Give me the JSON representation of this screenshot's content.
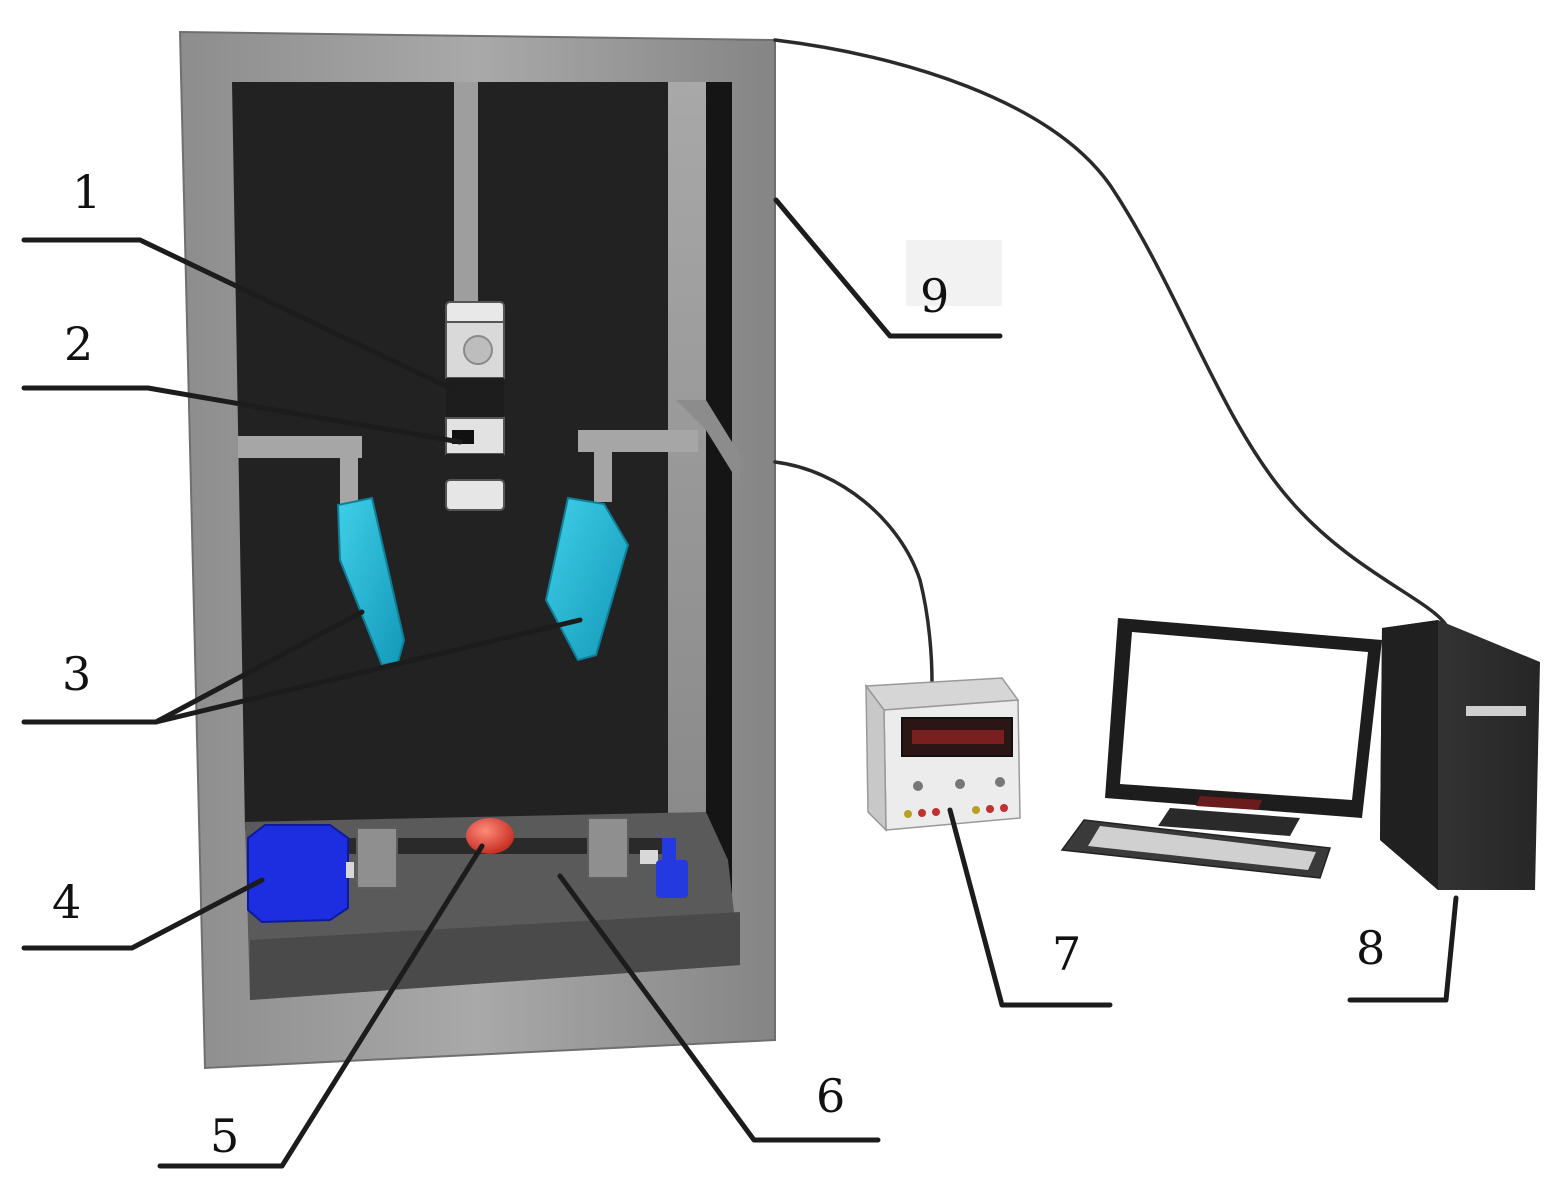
{
  "callouts": [
    {
      "id": "1",
      "label": "1"
    },
    {
      "id": "2",
      "label": "2"
    },
    {
      "id": "3",
      "label": "3"
    },
    {
      "id": "4",
      "label": "4"
    },
    {
      "id": "5",
      "label": "5"
    },
    {
      "id": "6",
      "label": "6"
    },
    {
      "id": "7",
      "label": "7"
    },
    {
      "id": "8",
      "label": "8"
    },
    {
      "id": "9",
      "label": "9"
    }
  ],
  "colors": {
    "frame": "#9a9a9a",
    "frame_dark": "#7c7c7c",
    "backboard": "#222222",
    "light_source": "#22b6d6",
    "motor": "#1c2ee0",
    "sample": "#e8483a",
    "leader": "#1c1c1c",
    "monitor_screen": "#ffffff",
    "pc_case": "#2e2e2e"
  }
}
